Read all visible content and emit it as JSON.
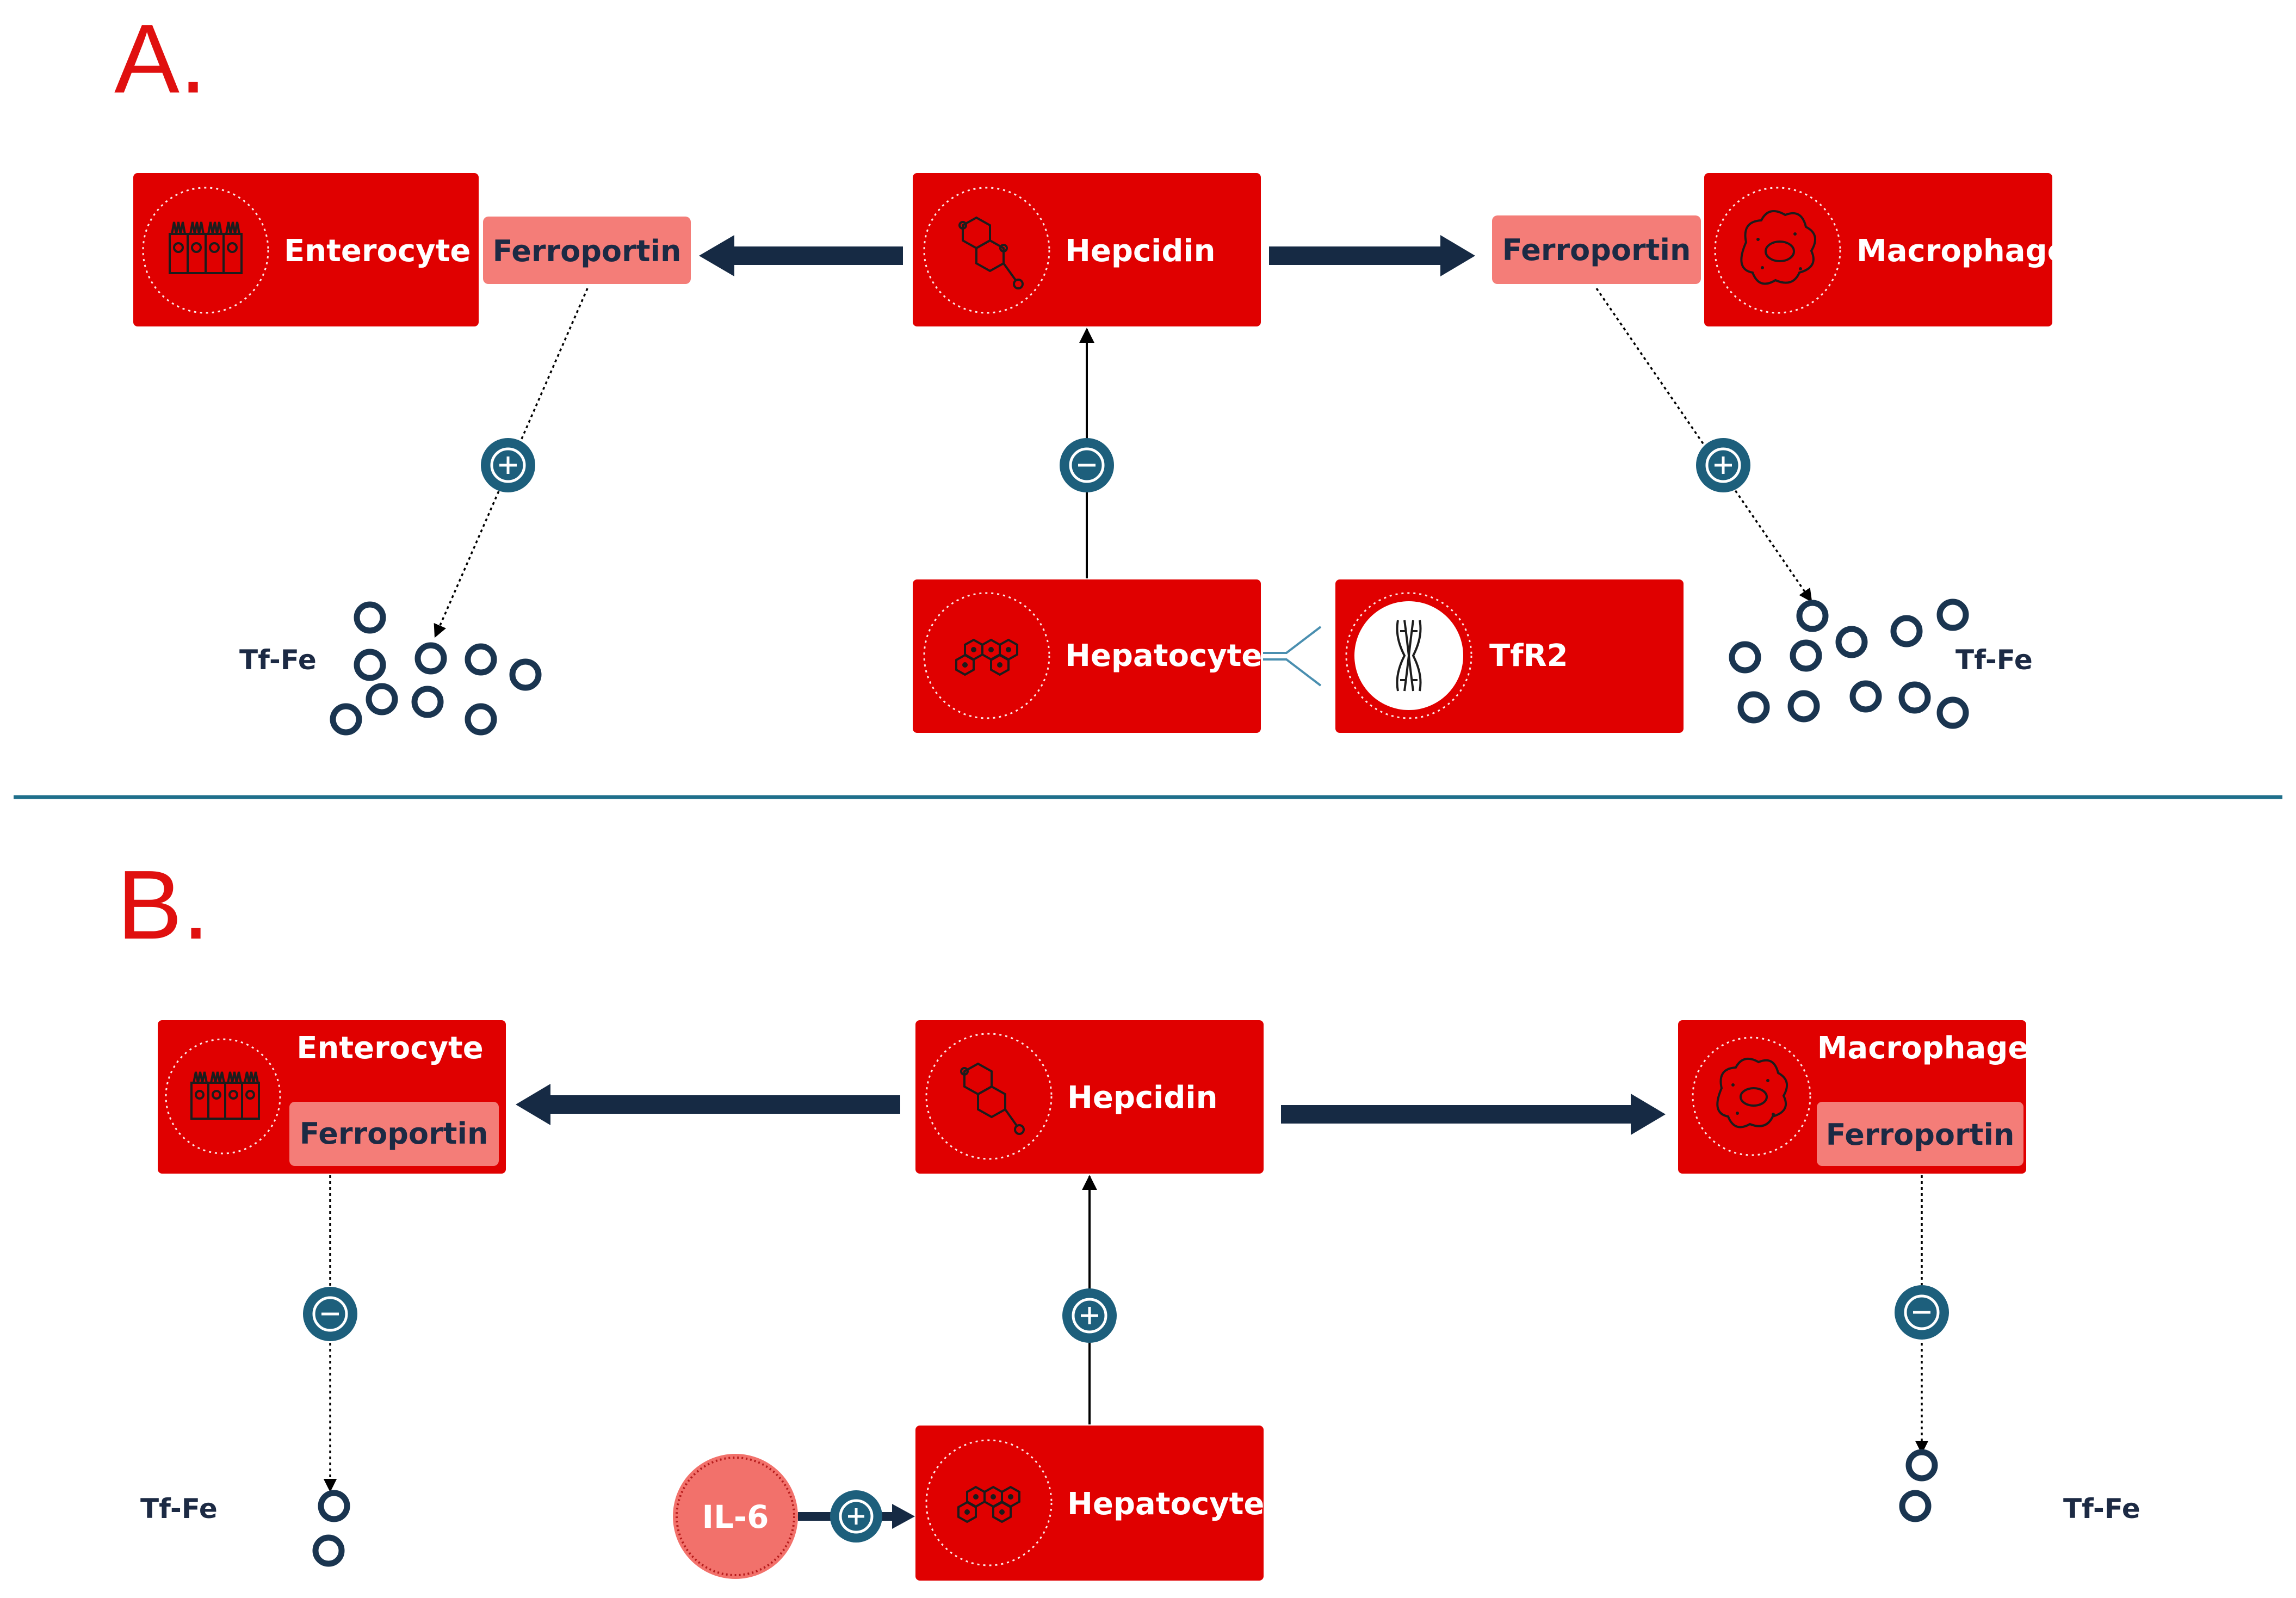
{
  "panels": {
    "a": {
      "letter": "A.",
      "enterocyte": "Enterocyte",
      "hepcidin": "Hepcidin",
      "macrophage": "Macrophage",
      "ferroportin_left": "Ferroportin",
      "ferroportin_right": "Ferroportin",
      "hepatocyte": "Hepatocyte",
      "tfr2": "TfR2",
      "tf_fe_left": "Tf-Fe",
      "tf_fe_right": "Tf-Fe"
    },
    "b": {
      "letter": "B.",
      "enterocyte": "Enterocyte",
      "hepcidin": "Hepcidin",
      "macrophage": "Macrophage",
      "ferroportin_left": "Ferroportin",
      "ferroportin_right": "Ferroportin",
      "hepatocyte": "Hepatocyte",
      "il6": "IL-6",
      "tf_fe_left": "Tf-Fe",
      "tf_fe_right": "Tf-Fe"
    }
  },
  "colors": {
    "node": "#e00000",
    "ferroportin": "#f47d78",
    "arrow": "#162a44",
    "modifier": "#1d5f7c",
    "iron": "#1a3550",
    "letter": "#e0100f"
  }
}
